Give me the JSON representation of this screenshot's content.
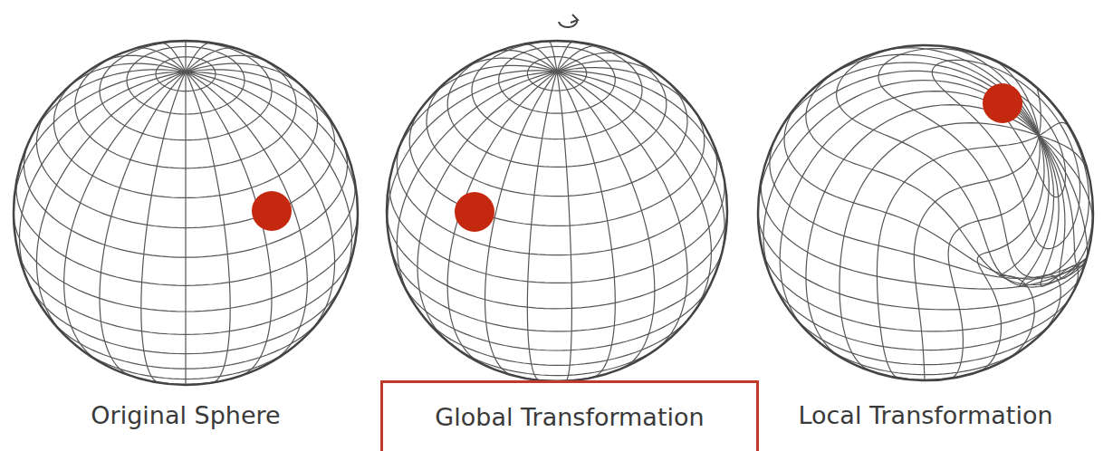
{
  "diagram": {
    "nodes": [
      {
        "text": [
          "Global Transformation"
        ]
      }
    ],
    "labels": [
      "Original Sphere",
      "Local Transformation"
    ]
  }
}
